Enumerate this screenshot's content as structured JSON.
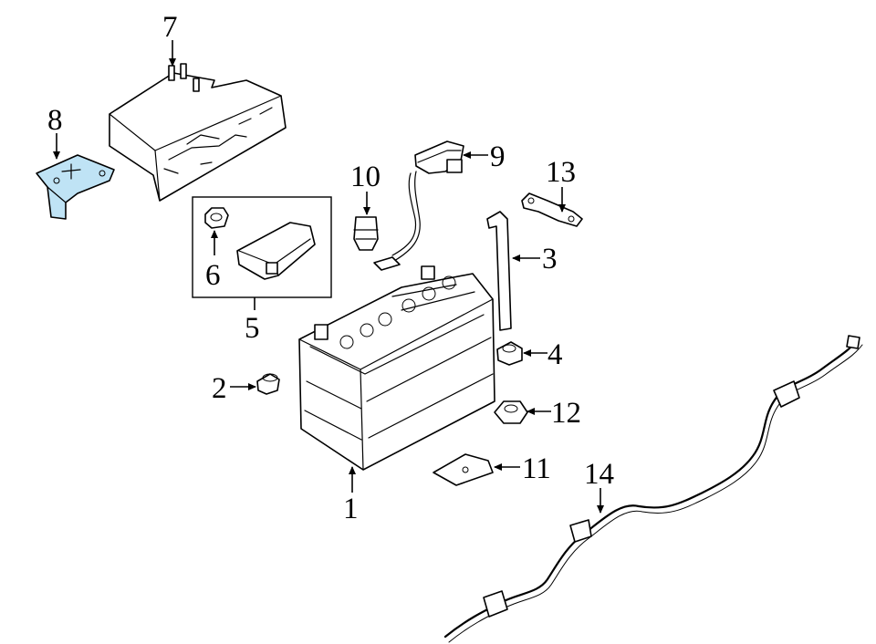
{
  "diagram": {
    "highlight_color": "#bfe3f5",
    "line_color": "#000000",
    "callouts": {
      "c1": "1",
      "c2": "2",
      "c3": "3",
      "c4": "4",
      "c5": "5",
      "c6": "6",
      "c7": "7",
      "c8": "8",
      "c9": "9",
      "c10": "10",
      "c11": "11",
      "c12": "12",
      "c13": "13",
      "c14": "14"
    }
  }
}
